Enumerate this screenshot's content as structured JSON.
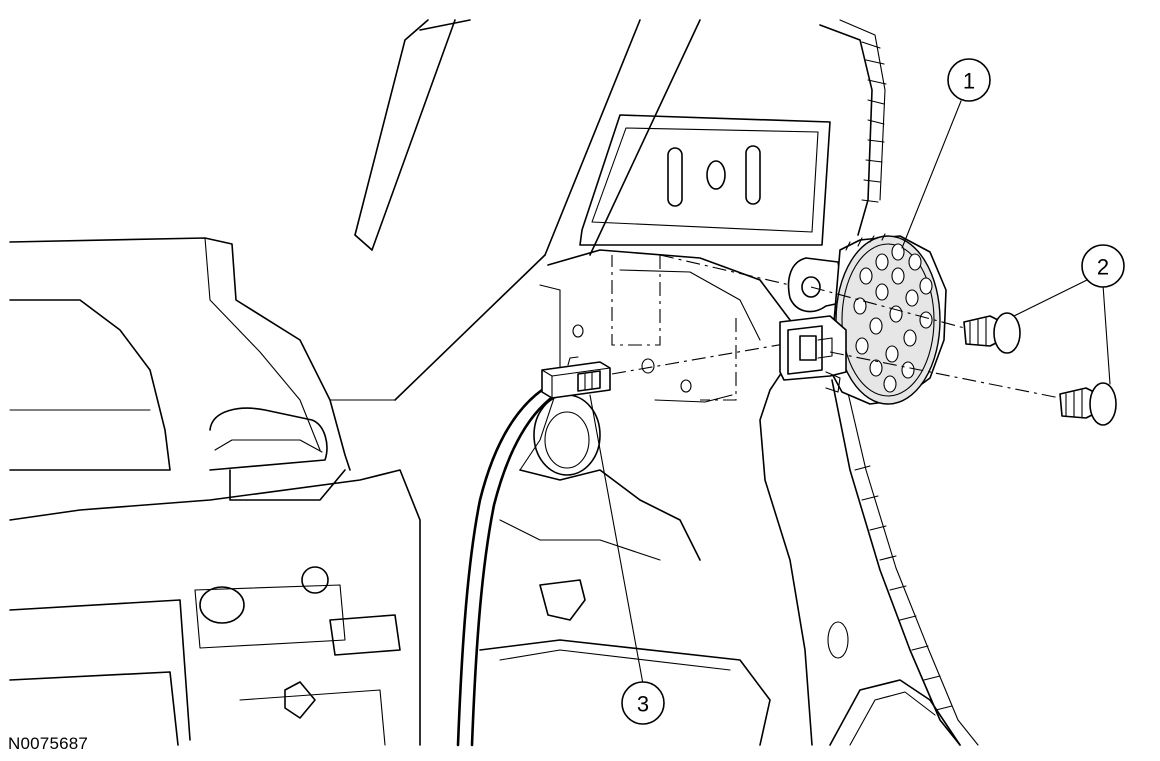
{
  "figure_id": "N0075687",
  "callouts": [
    {
      "number": "1"
    },
    {
      "number": "2"
    },
    {
      "number": "3"
    }
  ]
}
